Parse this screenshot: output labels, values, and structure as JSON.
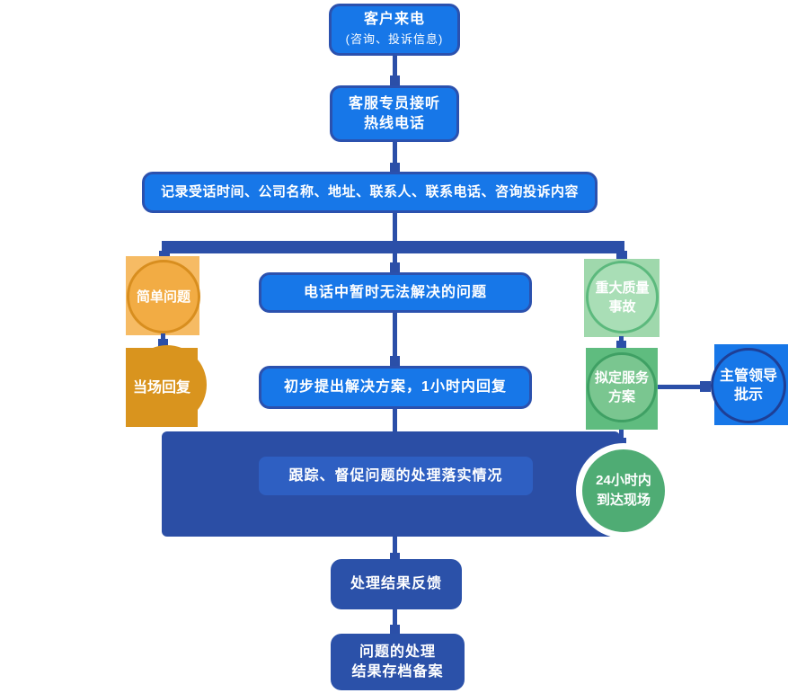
{
  "page": {
    "background": "#FFFFFF"
  },
  "colors": {
    "bright_blue_fill": "#1777E8",
    "bright_blue_border": "#2B51AE",
    "connector_navy": "#2B4FA8",
    "navy_box": "#2B51A9",
    "panel_navy": "#2B4EA5",
    "panel_inner_blue": "#2E5FC2",
    "orange_light_square": "#F6BB64",
    "orange_circle_fill": "#F2AC44",
    "orange_circle_ring": "#D88E1F",
    "orange_solid": "#D9941E",
    "green_light_square": "#9FD8AC",
    "green_light_circle": "#A9DEB6",
    "green_light_ring": "#5CB97D",
    "green_mid_square": "#5FBC7F",
    "green_mid_circle": "#7AC690",
    "green_mid_ring": "#3FA064",
    "green_solid_circle": "#4FAC74",
    "leader_circle_ring": "#1E3F96",
    "text_white": "#FFFFFF"
  },
  "nodes": {
    "customer_call": {
      "title": "客户来电",
      "subtitle": "(咨询、投诉信息)"
    },
    "agent_answer": {
      "line1": "客服专员接听",
      "line2": "热线电话"
    },
    "record_info": {
      "label": "记录受话时间、公司名称、地址、联系人、联系电话、咨询投诉内容"
    },
    "simple_issue": {
      "label": "简单问题"
    },
    "instant_reply": {
      "label": "当场回复"
    },
    "phone_unsolved": {
      "label": "电话中暂时无法解决的问题"
    },
    "initial_solution": {
      "label": "初步提出解决方案，1小时内回复"
    },
    "major_accident": {
      "line1": "重大质量",
      "line2": "事故"
    },
    "service_plan": {
      "line1": "拟定服务",
      "line2": "方案"
    },
    "leader_approval": {
      "line1": "主管领导",
      "line2": "批示"
    },
    "track_progress": {
      "label": "跟踪、督促问题的处理落实情况"
    },
    "within_24h": {
      "line1": "24小时内",
      "line2": "到达现场"
    },
    "result_feedback": {
      "label": "处理结果反馈"
    },
    "archive": {
      "line1": "问题的处理",
      "line2": "结果存档备案"
    }
  }
}
